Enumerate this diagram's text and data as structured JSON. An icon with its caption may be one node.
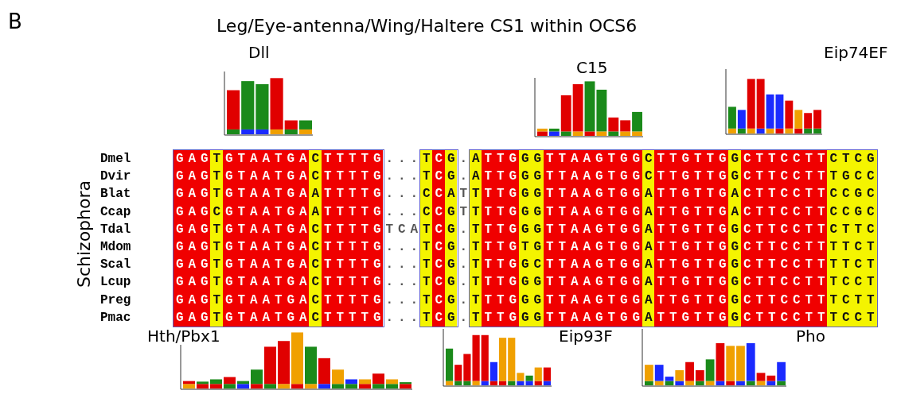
{
  "diagram": {
    "title": "Leg/Eye-antenna/Wing/Haltere CS1 within OCS6",
    "labels": [
      "B",
      "Dll",
      "C15",
      "Eip74EF",
      "Schizophora",
      "Dmel",
      "GAGTGTAATGACTTTTG...TCG.ATTGGGTTAAGTGGCTTGTTGGCTTCCTTCTCG",
      "Dvir",
      "GAGTGTAATGACTTTTG...TCG.ATTGGGTTAAGTGGCTTGTTGGCTTCCTTTGCC",
      "Blat",
      "GAGTGTAATGAATTTTG...CCATTTTGGGTTAAGTGGATTGTTGACTTCCTTCCGC",
      "Ccap",
      "GAGCGTAATGAATTTTG...CCGTTTTGGGTTAAGTGGATTGTTGACTTCCTTCCGC",
      "Tdal",
      "GAGTGTAATGACTTTTGTCATCG.TTTGGGTTAAGTGGATTGTTGGCTTCCTTCTTC",
      "Mdom",
      "GAGTGTAATGACTTTTG...TCG.TTTGTGTTAAGTGGATTGTTGGCTTCCTTTTCT",
      "Scal",
      "GAGTGTAATGACTTTTG...TCG.TTTGGCTTAAGTGGATTGTTGGCTTCCTTTTCT",
      "Lcup",
      "GAGTGTAATGACTTTTG...TCG.TTTGGGTTAAGTGGATTGTTGGCTTCCTTTCCT",
      "Preg",
      "GAGTGTAATGACTTTTG...TCG.TTTGGGTTAAGTGGATTGTTGGCTTCCTTTCTT",
      "Pmac",
      "GAGTGTAATGACTTTTG...TCG.TTTGGGTTAAGTGGATTGTTGGCTTCCTTTCCT",
      "Hth/Pbx1",
      "Eip93F",
      "Pho"
    ]
  }
}
